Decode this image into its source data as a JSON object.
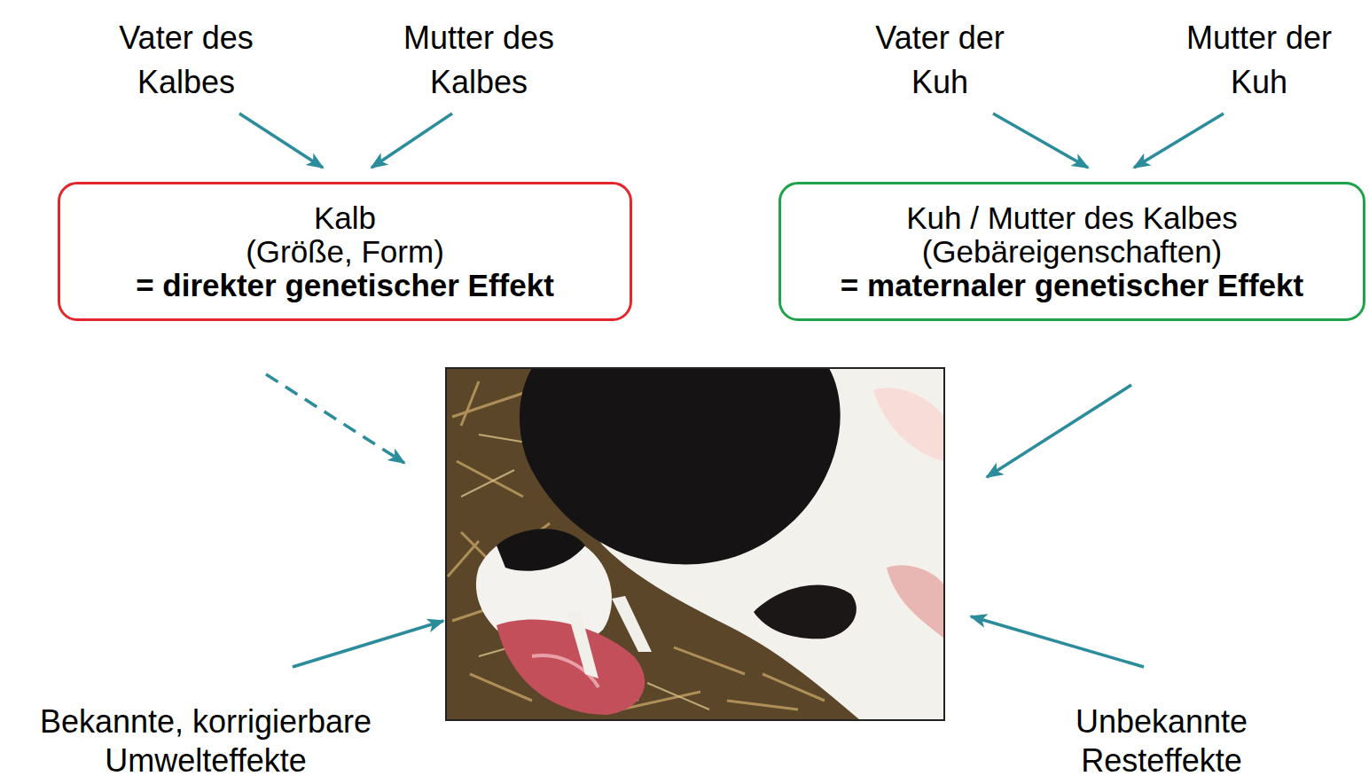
{
  "diagram": {
    "nodes": [
      {
        "text": [
          "Vater des Kalbes"
        ]
      },
      {
        "text": [
          "Mutter des Kalbes"
        ]
      },
      {
        "text": [
          "Vater der Kuh"
        ]
      },
      {
        "text": [
          "Mutter der Kuh"
        ]
      },
      {
        "text": [
          "Kalb",
          "(Größe, Form)",
          "= direkter genetischer Effekt"
        ]
      },
      {
        "text": [
          "Kuh / Mutter des Kalbes",
          "(Gebäreigenschaften)",
          "= maternaler genetischer Effekt"
        ]
      }
    ],
    "edges": [
      {
        "from": 0,
        "to": 4,
        "arrow": "to"
      },
      {
        "from": 1,
        "to": 4,
        "arrow": "to"
      },
      {
        "from": 2,
        "to": 5,
        "arrow": "to"
      },
      {
        "from": 3,
        "to": 5,
        "arrow": "to"
      }
    ],
    "labels": [
      "Bekannte, korrigierbare Umwelteffekte",
      "Unbekannte Resteffekte"
    ]
  }
}
